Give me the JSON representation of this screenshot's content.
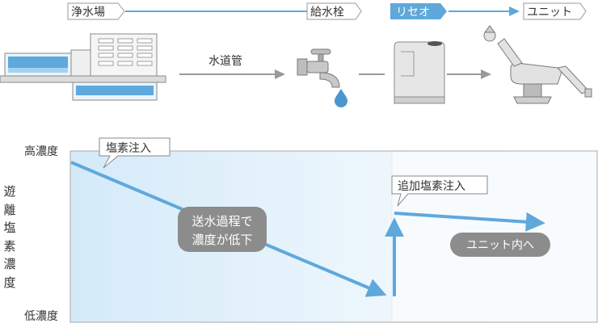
{
  "flow_stages": [
    {
      "label": "浄水場",
      "highlight": false
    },
    {
      "label": "給水栓",
      "highlight": false
    },
    {
      "label": "リセオ",
      "highlight": true
    },
    {
      "label": "ユニット",
      "highlight": false
    }
  ],
  "pipe_label": "水道管",
  "icons": [
    "water-treatment-plant-icon",
    "faucet-icon",
    "water-drop-icon",
    "reseo-device-icon",
    "dental-unit-chair-icon"
  ],
  "chart": {
    "y_label": [
      "遊",
      "離",
      "塩",
      "素",
      "濃",
      "度"
    ],
    "y_high": "高濃度",
    "y_low": "低濃度",
    "callout_inject": "塩素注入",
    "callout_add_inject": "追加塩素注入",
    "note_decrease_line1": "送水過程で",
    "note_decrease_line2": "濃度が低下",
    "note_unit": "ユニット内へ"
  },
  "colors": {
    "accent": "#5fa8dc",
    "stage_highlight": "#5fa8dc",
    "gray_pill": "#8c8c8c",
    "arrow_gray": "#999999"
  }
}
